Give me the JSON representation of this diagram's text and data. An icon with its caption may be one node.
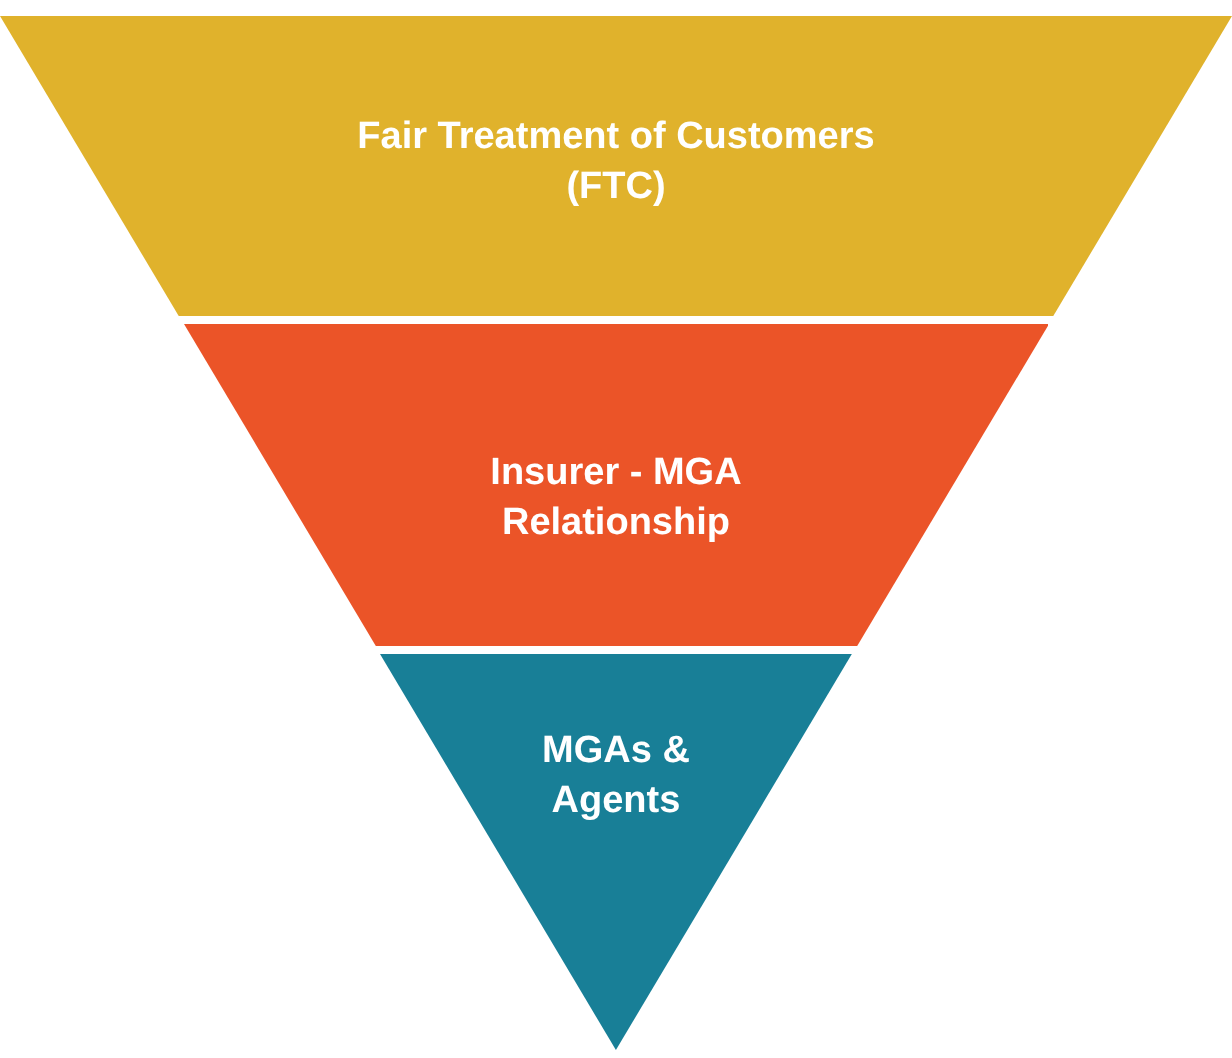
{
  "diagram": {
    "nodes": [
      {
        "text": [
          "Fair Treatment of Customers (FTC)"
        ]
      },
      {
        "text": [
          "Insurer - MGA Relationship"
        ]
      },
      {
        "text": [
          "MGAs & Agents"
        ]
      }
    ]
  }
}
